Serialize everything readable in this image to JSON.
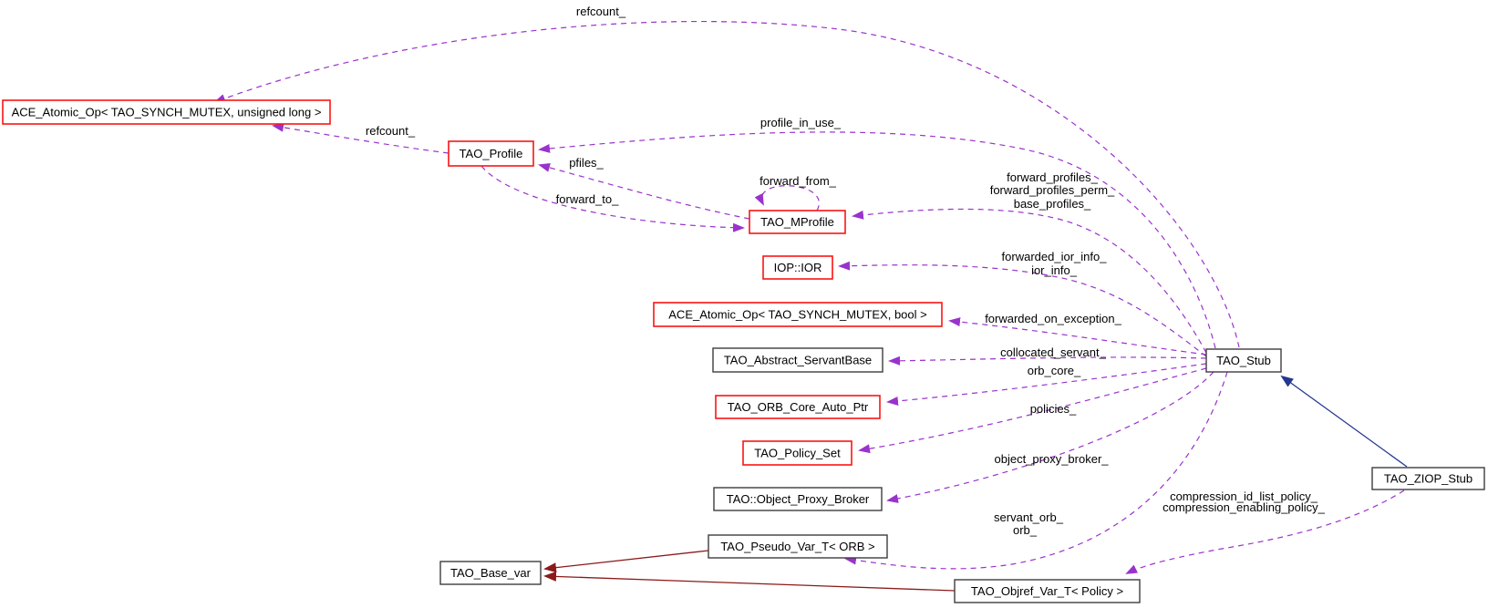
{
  "diagram": {
    "kind": "doxygen-collaboration-graph",
    "focus_class": "TAO_ZIOP_Stub",
    "colors": {
      "usage_edge": "#9a32cd",
      "inheritance_blue": "#24368f",
      "inheritance_red": "#8b1a1a",
      "border_red": "#fa1414",
      "border_black": "#3d3d3d",
      "node_fill": "#ffffff",
      "focus_fill": "#bfbfbf",
      "text": "#000000"
    }
  },
  "nodes": {
    "ace_atomic_ulong": {
      "label": "ACE_Atomic_Op< TAO_SYNCH_MUTEX, unsigned long >"
    },
    "tao_profile": {
      "label": "TAO_Profile"
    },
    "tao_mprofile": {
      "label": "TAO_MProfile"
    },
    "iop_ior": {
      "label": "IOP::IOR"
    },
    "ace_atomic_bool": {
      "label": "ACE_Atomic_Op< TAO_SYNCH_MUTEX, bool >"
    },
    "tao_abstract_servantbase": {
      "label": "TAO_Abstract_ServantBase"
    },
    "tao_orb_core_auto_ptr": {
      "label": "TAO_ORB_Core_Auto_Ptr"
    },
    "tao_policy_set": {
      "label": "TAO_Policy_Set"
    },
    "tao_object_proxy_broker": {
      "label": "TAO::Object_Proxy_Broker"
    },
    "tao_pseudo_var_t_orb": {
      "label": "TAO_Pseudo_Var_T< ORB >"
    },
    "tao_base_var": {
      "label": "TAO_Base_var"
    },
    "tao_objref_var_t_policy": {
      "label": "TAO_Objref_Var_T< Policy >"
    },
    "tao_stub": {
      "label": "TAO_Stub"
    },
    "tao_ziop_stub": {
      "label": "TAO_ZIOP_Stub"
    }
  },
  "edge_labels": {
    "refcount_top": "refcount_",
    "refcount_profile": "refcount_",
    "profile_in_use": "profile_in_use_",
    "pfiles": "pfiles_",
    "forward_from": "forward_from_",
    "forward_to": "forward_to_",
    "forward_profiles_1": "forward_profiles_",
    "forward_profiles_2": "forward_profiles_perm_",
    "forward_profiles_3": "base_profiles_",
    "forwarded_ior_1": "forwarded_ior_info_",
    "forwarded_ior_2": "ior_info_",
    "forwarded_on_exception": "forwarded_on_exception_",
    "collocated_servant": "collocated_servant_",
    "orb_core": "orb_core_",
    "policies": "policies_",
    "object_proxy_broker": "object_proxy_broker_",
    "servant_orb_1": "servant_orb_",
    "servant_orb_2": "orb_",
    "compression_1": "compression_id_list_policy_",
    "compression_2": "compression_enabling_policy_"
  }
}
